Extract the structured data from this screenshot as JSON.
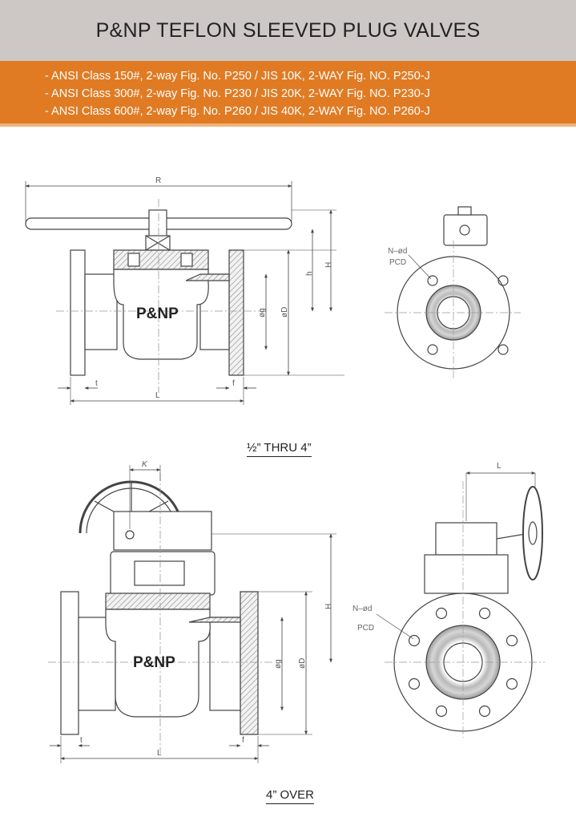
{
  "header": {
    "title": "P&NP TEFLON SLEEVED PLUG VALVES"
  },
  "specs": [
    "- ANSI Class 150#, 2-way Fig. No. P250 / JIS 10K, 2-WAY Fig. NO. P250-J",
    "- ANSI Class 300#, 2-way Fig. No. P230 / JIS 20K, 2-WAY Fig. NO. P230-J",
    "- ANSI Class 600#, 2-way Fig. No. P260 / JIS 40K, 2-WAY Fig. NO. P260-J"
  ],
  "drawing_top": {
    "brand": "P&NP",
    "dim_R": "R",
    "dim_H": "H",
    "dim_h": "h",
    "dim_g": "øg",
    "dim_D": "øD",
    "dim_t": "t",
    "dim_f": "f",
    "dim_L": "L",
    "bolt_label": "N–ød",
    "pcd_label": "PCD",
    "caption": "½” THRU 4”"
  },
  "drawing_bottom": {
    "brand": "P&NP",
    "dim_K": "K",
    "dim_H": "H",
    "dim_g": "øg",
    "dim_D": "øD",
    "dim_t": "t",
    "dim_f": "f",
    "dim_L": "L",
    "dim_side_L": "L",
    "bolt_label": "N–ød",
    "pcd_label": "PCD",
    "caption": "4” OVER"
  },
  "colors": {
    "title_bg": "#cdc8c5",
    "spec_bg": "#e07b24",
    "line": "#444444"
  }
}
